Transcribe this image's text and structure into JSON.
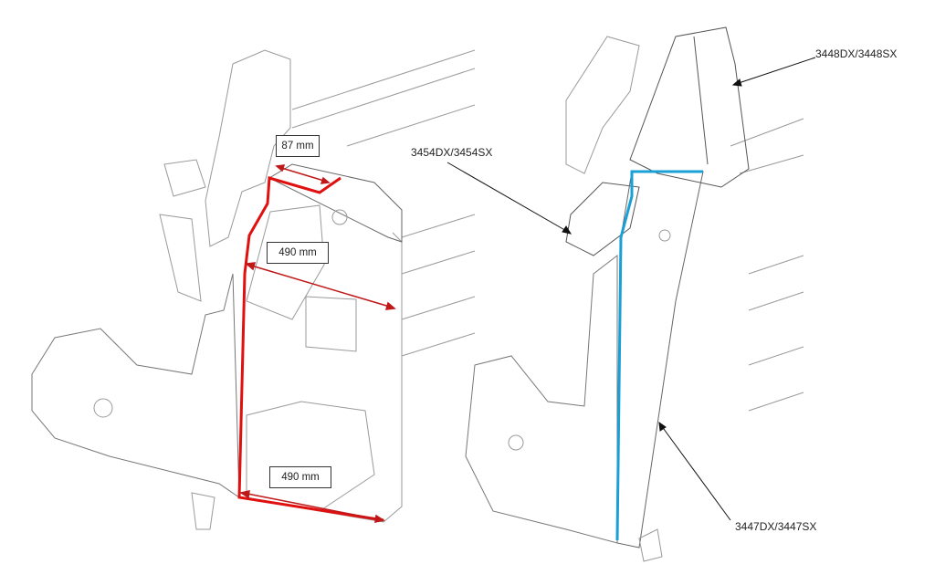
{
  "left_view": {
    "dimensions": [
      {
        "label": "87 mm"
      },
      {
        "label": "490 mm"
      },
      {
        "label": "490 mm"
      }
    ],
    "highlight_color": "#e01010"
  },
  "right_view": {
    "callouts": [
      {
        "label": "3454DX/3454SX"
      },
      {
        "label": "3448DX/3448SX"
      },
      {
        "label": "3447DX/3447SX"
      }
    ],
    "highlight_color": "#1a9fd6"
  }
}
